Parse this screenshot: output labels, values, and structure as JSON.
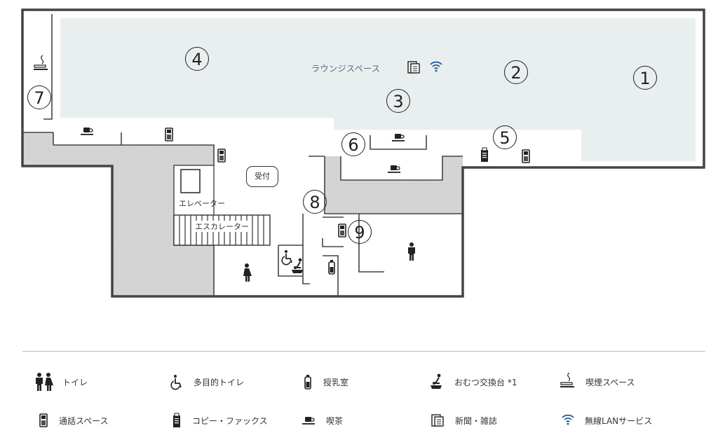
{
  "map": {
    "lounge_label": "ラウンジスペース",
    "reception_label": "受付",
    "elevator_label": "エレベーター",
    "escalator_label": "エスカレーター",
    "area_numbers": [
      "1",
      "2",
      "3",
      "4",
      "5",
      "6",
      "7",
      "8",
      "9"
    ]
  },
  "legend": [
    {
      "icon": "toilet-icon",
      "label": "トイレ"
    },
    {
      "icon": "accessible-toilet-icon",
      "label": "多目的トイレ"
    },
    {
      "icon": "nursing-room-icon",
      "label": "授乳室"
    },
    {
      "icon": "diaper-changing-icon",
      "label": "おむつ交換台 *1"
    },
    {
      "icon": "smoking-area-icon",
      "label": "喫煙スペース"
    },
    {
      "icon": "phone-booth-icon",
      "label": "通話スペース"
    },
    {
      "icon": "copy-fax-icon",
      "label": "コピー・ファックス"
    },
    {
      "icon": "coffee-icon",
      "label": "喫茶"
    },
    {
      "icon": "newspaper-icon",
      "label": "新聞・雑誌"
    },
    {
      "icon": "wifi-icon",
      "label": "無線LANサービス"
    }
  ],
  "colors": {
    "lounge": "#e9eeef",
    "hatch": "#d9d9d9",
    "wall": "#444444",
    "wifi": "#2f5d9a"
  }
}
